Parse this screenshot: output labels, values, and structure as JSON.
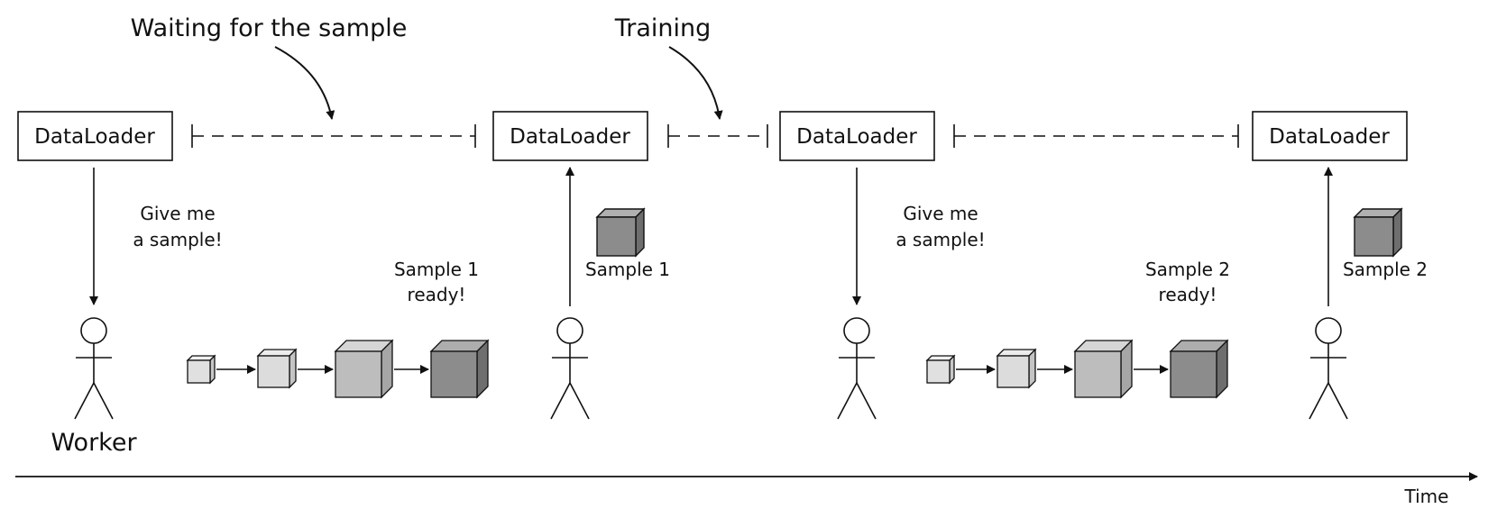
{
  "annotations": {
    "waiting": "Waiting for the sample",
    "training": "Training"
  },
  "dataloader_boxes": [
    {
      "label": "DataLoader"
    },
    {
      "label": "DataLoader"
    },
    {
      "label": "DataLoader"
    },
    {
      "label": "DataLoader"
    }
  ],
  "requests": [
    {
      "line1": "Give me",
      "line2": "a sample!"
    },
    {
      "line1": "Give me",
      "line2": "a sample!"
    }
  ],
  "ready": [
    {
      "line1": "Sample 1",
      "line2": "ready!"
    },
    {
      "line1": "Sample 2",
      "line2": "ready!"
    }
  ],
  "delivered": [
    {
      "label": "Sample 1"
    },
    {
      "label": "Sample 2"
    }
  ],
  "worker_label": "Worker",
  "axis_label": "Time",
  "colors": {
    "stroke": "#111111",
    "cube_light": "#e0e0e0",
    "cube_mid": "#bdbdbd",
    "cube_dark": "#8c8c8c"
  }
}
